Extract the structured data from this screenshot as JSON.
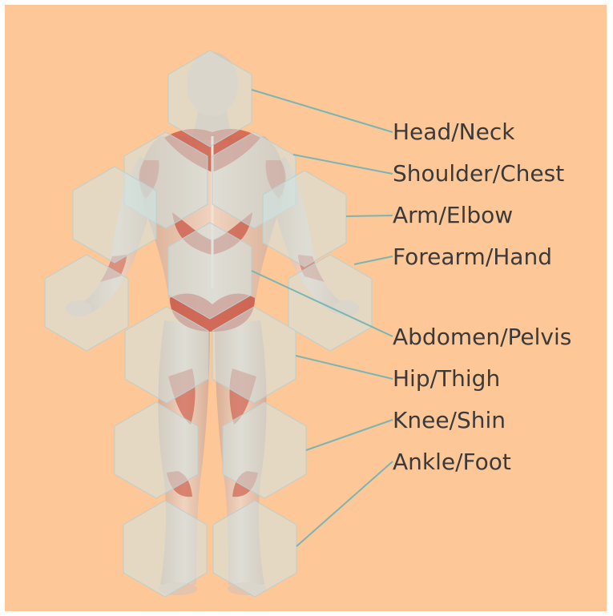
{
  "colors": {
    "background": "#fdc797",
    "hex_fill": "#cfe6e6",
    "hex_stroke": "#b9cfcf",
    "leader_line": "#78b5b5",
    "muscle": "#c9503f",
    "skin": "#e9c7b0",
    "label_text": "#3a3a3a"
  },
  "regions": [
    {
      "id": "head-neck",
      "label": "Head/Neck"
    },
    {
      "id": "shoulder-chest",
      "label": "Shoulder/Chest"
    },
    {
      "id": "arm-elbow",
      "label": "Arm/Elbow"
    },
    {
      "id": "forearm-hand",
      "label": "Forearm/Hand"
    },
    {
      "id": "abdomen-pelvis",
      "label": "Abdomen/Pelvis"
    },
    {
      "id": "hip-thigh",
      "label": "Hip/Thigh"
    },
    {
      "id": "knee-shin",
      "label": "Knee/Shin"
    },
    {
      "id": "ankle-foot",
      "label": "Ankle/Foot"
    }
  ]
}
